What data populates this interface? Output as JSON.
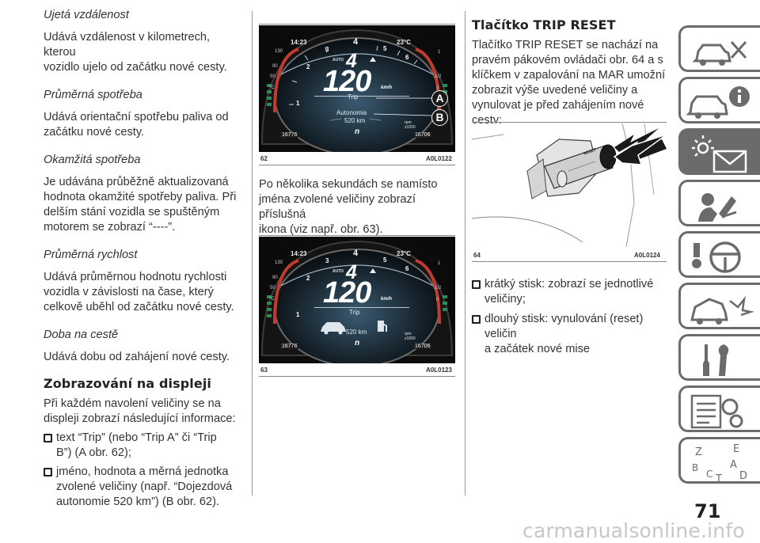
{
  "left_col": {
    "s1_title": "Ujetá vzdálenost",
    "s1_body": [
      "Udává vzdálenost v kilometrech, kterou",
      "vozidlo ujelo od začátku nové cesty."
    ],
    "s2_title": "Průměrná spotřeba",
    "s2_body": [
      "Udává orientační spotřebu paliva od",
      "začátku nové cesty."
    ],
    "s3_title": "Okamžitá spotřeba",
    "s3_body": [
      "Je udávána průběžně aktualizovaná",
      "hodnota okamžité spotřeby paliva. Při",
      "delším stání vozidla se spuštěným",
      "motorem se zobrazí “----”."
    ],
    "s4_title": "Průměrná rychlost",
    "s4_body": [
      "Udává průměrnou hodnotu rychlosti",
      "vozidla v závislosti na čase, který",
      "celkově uběhl od začátku nové cesty."
    ],
    "s5_title": "Doba na cestě",
    "s5_body": [
      "Udává dobu od zahájení nové cesty."
    ],
    "heading": "Zobrazování na displeji",
    "intro": [
      "Při každém navolení veličiny se na",
      "displeji zobrazí následující informace:"
    ],
    "bullet1": [
      "text “Trip” (nebo “Trip A” či “Trip",
      "B”) (A obr. 62);"
    ],
    "bullet2": [
      "jméno, hodnota a měrná jednotka",
      "zvolené veličiny (např. “Dojezdová",
      "autonomie 520 km”) (B obr. 62)."
    ]
  },
  "mid_col": {
    "fig62": {
      "num": "62",
      "code": "A0L0122"
    },
    "fig63": {
      "num": "63",
      "code": "A0L0123"
    },
    "body": [
      "Po několika sekundách se namísto",
      "jména zvolené veličiny zobrazí příslušná",
      "ikona (viz např. obr. 63)."
    ]
  },
  "cluster": {
    "time": "14:23",
    "gear_top": "4",
    "temp": "23°C",
    "auto": "AUTO",
    "gear_big": "4",
    "speed": "120",
    "speed_unit": "km/h",
    "trip": "Trip",
    "autonomy_label": "Autonomia",
    "range": "520 km",
    "odo_left": "16776",
    "odo_right": "16706",
    "drive_mode": "n",
    "rpm_unit": "rpm x1000",
    "scale_left": [
      "130",
      "90",
      "50",
      "°C"
    ],
    "scale_right": [
      "1",
      "1/2",
      "0"
    ],
    "ticks": [
      "3",
      "2",
      "1",
      "5",
      "6"
    ],
    "label_a": "A",
    "label_b": "B"
  },
  "right_col": {
    "heading": "Tlačítko TRIP RESET",
    "body": [
      "Tlačítko TRIP RESET se nachází na",
      "pravém pákovém ovládači obr. 64 a s",
      "klíčkem v zapalování na MAR umožní",
      "zobrazit výše uvedené veličiny a",
      "vynulovat je před zahájením nové cesty:"
    ],
    "fig64": {
      "num": "64",
      "code": "A0L0124"
    },
    "stalk_label": "RESET",
    "bullet1": [
      "krátký stisk: zobrazí se jednotlivé",
      "veličiny;"
    ],
    "bullet2": [
      "dlouhý stisk: vynulování (reset) veličin",
      "a začátek nové mise"
    ]
  },
  "side_tabs": [
    "car-info-icon",
    "car-warning-icon",
    "light-envelope-icon",
    "airbag-person-icon",
    "steering-wrench-icon",
    "car-crash-icon",
    "wrench-screwdriver-icon",
    "list-gear-icon",
    "alphabet-icon"
  ],
  "alphabet_tab_letters": [
    "Z",
    "E",
    "A",
    "B",
    "C",
    "T",
    "D"
  ],
  "page_number": "71",
  "watermark": "carmanualsonline.info"
}
